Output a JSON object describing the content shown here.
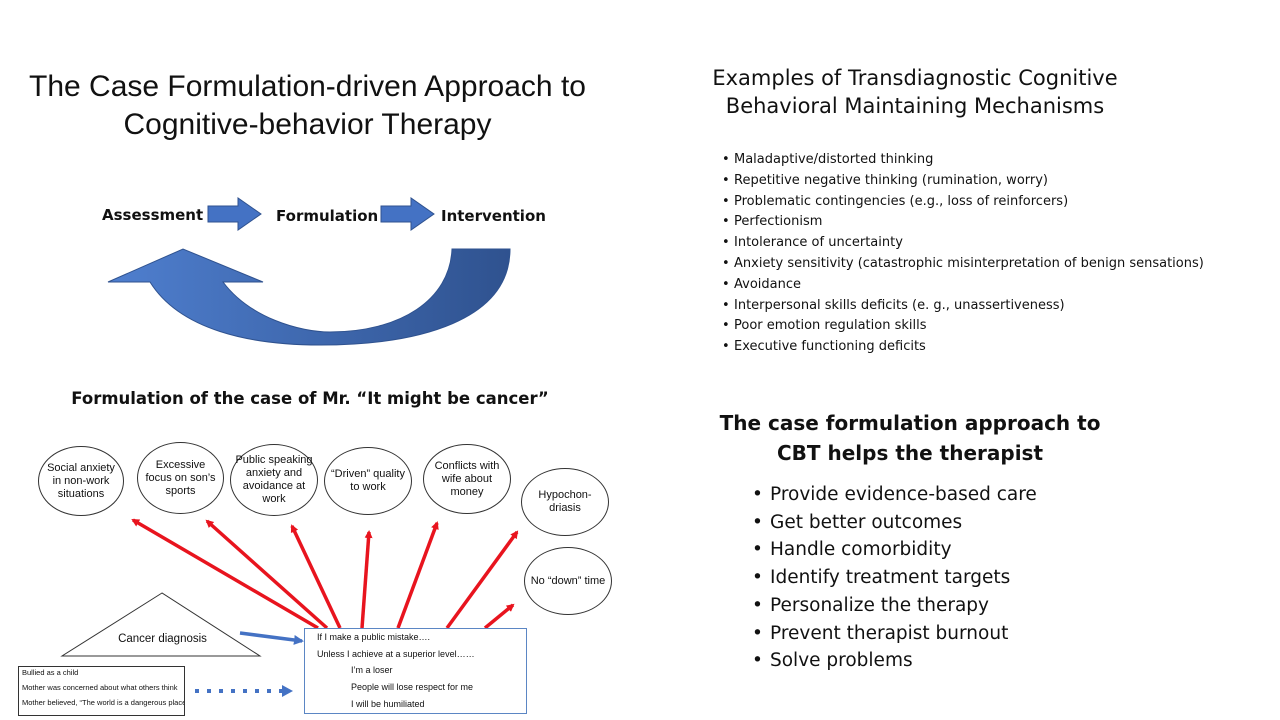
{
  "left": {
    "title": "The Case Formulation-driven Approach to Cognitive-behavior Therapy",
    "flow": {
      "assessment": "Assessment",
      "formulation": "Formulation",
      "intervention": "Intervention"
    }
  },
  "right": {
    "title": "Examples of Transdiagnostic Cognitive Behavioral Maintaining Mechanisms",
    "mechanisms": [
      "Maladaptive/distorted thinking",
      "Repetitive negative thinking (rumination, worry)",
      "Problematic contingencies (e.g., loss of reinforcers)",
      "Perfectionism",
      "Intolerance of uncertainty",
      "Anxiety sensitivity (catastrophic misinterpretation of benign sensations)",
      "Avoidance",
      "Interpersonal skills deficits (e. g., unassertiveness)",
      "Poor emotion regulation skills",
      "Executive functioning deficits"
    ]
  },
  "case": {
    "title": "Formulation of the case of Mr. “It might be cancer”",
    "problems": [
      "Social anxiety in non-work situations",
      "Excessive focus on son’s sports",
      "Public speaking anxiety and avoidance at work",
      "“Driven” quality to work",
      "Conflicts with wife about money",
      "Hypochon-driasis",
      "No “down” time"
    ],
    "trigger": "Cancer diagnosis",
    "beliefs": [
      "If I make a public mistake….",
      "Unless I achieve at a superior level……",
      "I’m a loser",
      "People will lose respect for me",
      "I will be humiliated"
    ],
    "history": [
      "Bullied as a child",
      "Mother was concerned about what others think",
      "Mother believed, “The world is a dangerous place.”"
    ]
  },
  "helps": {
    "title": "The case formulation approach to CBT helps the therapist",
    "items": [
      "Provide evidence-based care",
      "Get better outcomes",
      "Handle comorbidity",
      "Identify treatment targets",
      "Personalize the therapy",
      "Prevent therapist burnout",
      "Solve problems"
    ]
  },
  "colors": {
    "flow_blue": "#4472c4",
    "flow_blue_dark": "#2f528f",
    "red_arrow": "#e8141e",
    "box_border": "#5b86c4"
  }
}
